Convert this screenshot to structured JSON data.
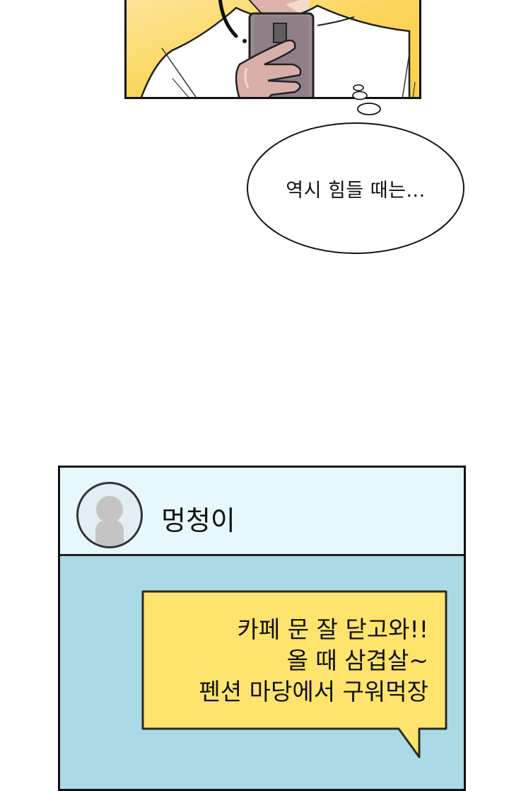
{
  "top_panel": {
    "illustration": "man-in-white-shirt-holding-phone",
    "background_color": "#fbd55a",
    "shirt_color": "#ffffff",
    "phone_color": "#9a8a94",
    "skin_color": "#d9aea9"
  },
  "thought_bubble": {
    "text": "역시 힘들 때는..."
  },
  "chat": {
    "header_bg": "#e6f8fc",
    "body_bg": "#acd9e6",
    "contact": {
      "name": "멍청이",
      "avatar": "default-user-avatar"
    },
    "message": {
      "bubble_color": "#fee46c",
      "lines": [
        "카페 문 잘 닫고와!!",
        "올 때 삼겹살~",
        "펜션 마당에서 구워먹장"
      ]
    }
  }
}
